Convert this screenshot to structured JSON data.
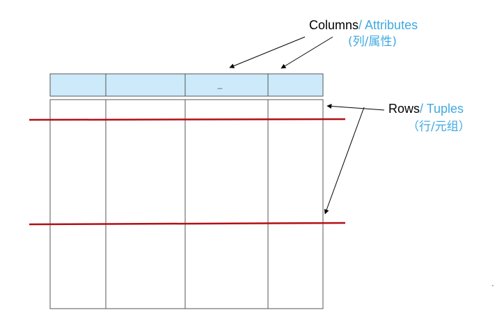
{
  "columns_label": {
    "main": "Columns",
    "accent": "/ Attributes",
    "sub": "(列/属性)"
  },
  "rows_label": {
    "main": "Rows",
    "accent": "/ Tuples",
    "sub": "（行/元组）"
  },
  "table": {
    "header_cells": [
      "",
      "",
      "_",
      ""
    ],
    "column_count": 4
  },
  "colors": {
    "header_fill": "#cdeafa",
    "border": "#555555",
    "row_line": "#b20f14",
    "accent_text": "#3fa9e0"
  }
}
